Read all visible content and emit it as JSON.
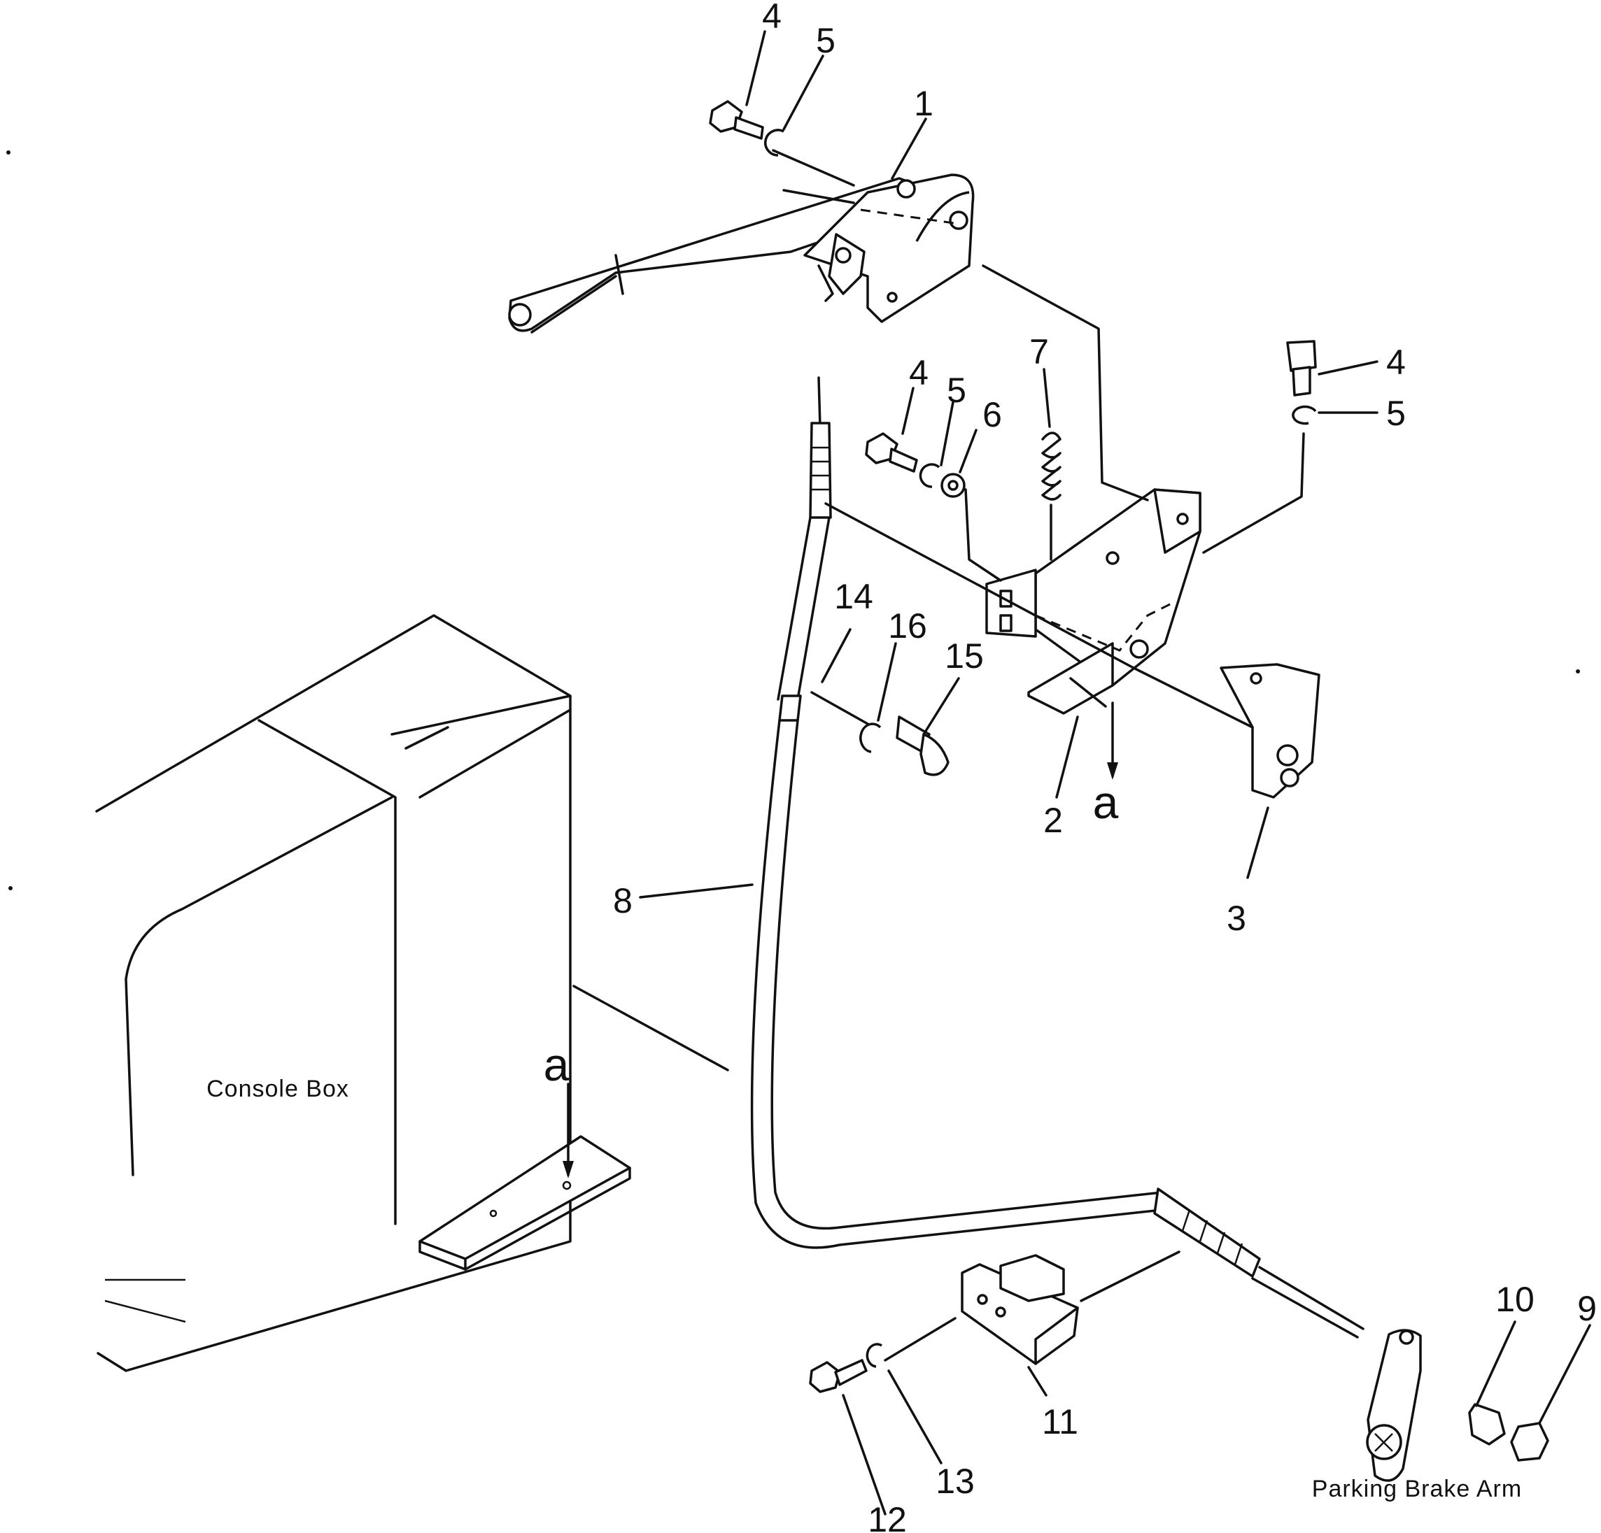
{
  "labels": {
    "console_box": "Console Box",
    "parking_brake_arm": "Parking Brake Arm",
    "view_mark_upper": "a",
    "view_mark_lower": "a"
  },
  "callouts": {
    "c1": "1",
    "c2": "2",
    "c3": "3",
    "c4_top": "4",
    "c5_top": "5",
    "c4_mid": "4",
    "c5_mid": "5",
    "c6": "6",
    "c7": "7",
    "c4_right": "4",
    "c5_right": "5",
    "c8": "8",
    "c9": "9",
    "c10": "10",
    "c11": "11",
    "c12": "12",
    "c13": "13",
    "c14": "14",
    "c15": "15",
    "c16": "16"
  }
}
